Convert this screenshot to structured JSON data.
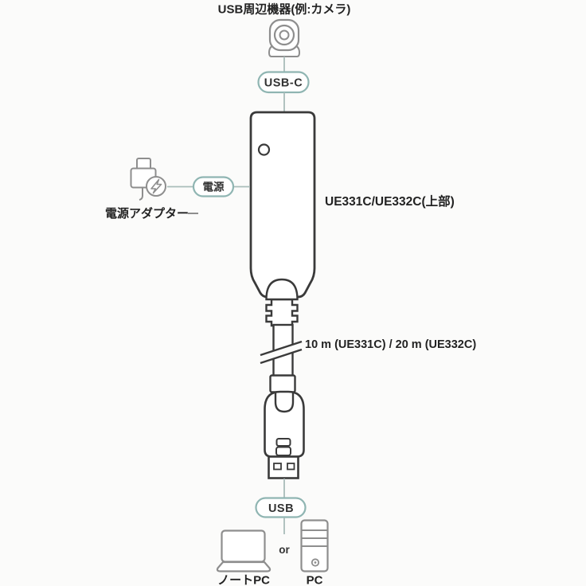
{
  "labels": {
    "peripheral": "USB周辺機器(例:カメラ)",
    "top_port": "USB-C",
    "power_port": "電源",
    "power_adapter": "電源アダプター",
    "device": "UE331C/UE332C(上部)",
    "cable": "10 m (UE331C) / 20 m (UE332C)",
    "bottom_port": "USB",
    "or": "or",
    "laptop": "ノートPC",
    "desktop": "PC"
  },
  "icons": {
    "peripheral": "webcam-icon",
    "power": "power-plug-lightning-icon",
    "laptop": "laptop-icon",
    "desktop": "desktop-tower-icon"
  },
  "colors": {
    "bg": "#fbfbfa",
    "outline_dark": "#3a3a3a",
    "icon_gray": "#8e8e8e",
    "accent_teal": "#8fb5b2",
    "line_gray": "#a9bcba",
    "text_dark": "#222222"
  }
}
